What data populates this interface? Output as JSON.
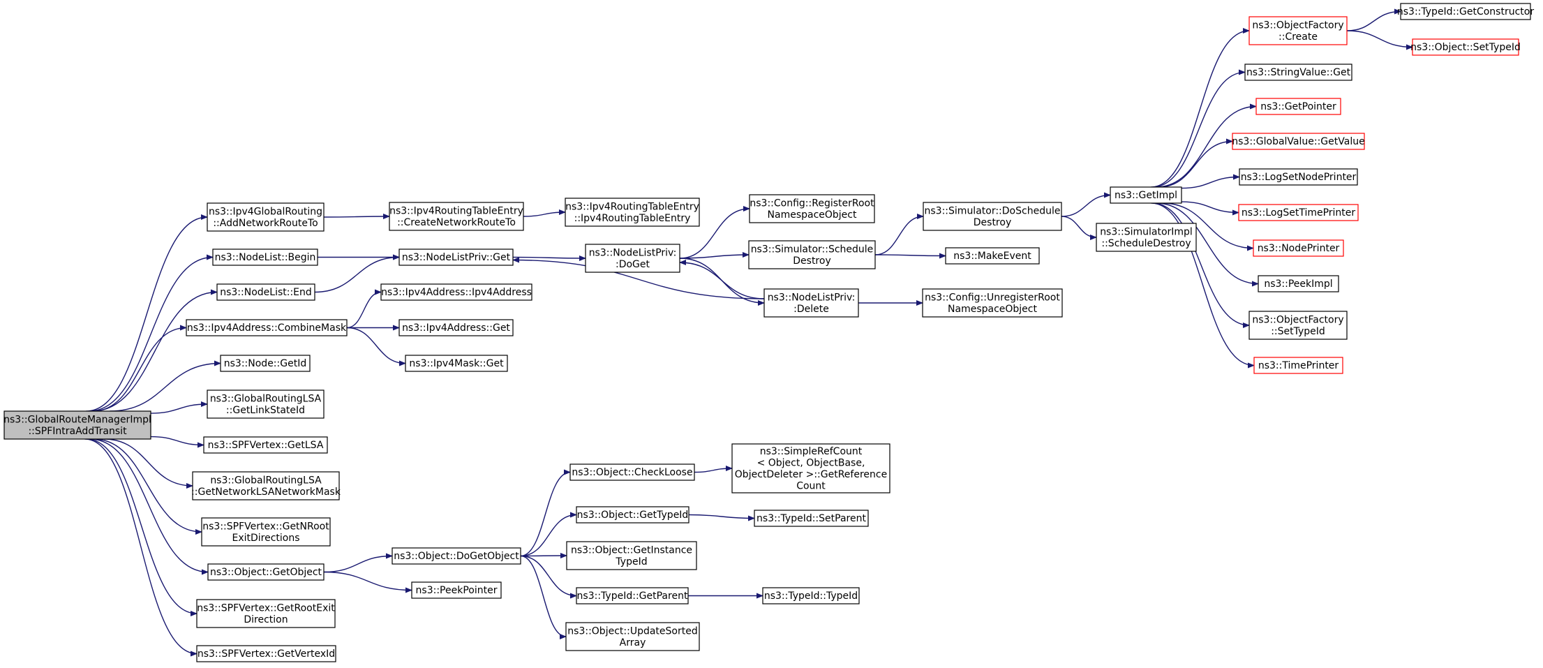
{
  "colors": {
    "edge": "#191970",
    "node_border": "#000000",
    "node_border_truncated": "#ff0000",
    "root_fill": "#bfbfbf",
    "node_fill": "#ffffff"
  },
  "nodes": [
    {
      "id": "root",
      "lines": [
        "ns3::GlobalRouteManagerImpl",
        "::SPFIntraAddTransit"
      ],
      "root": true
    },
    {
      "id": "addNetRoute",
      "lines": [
        "ns3::Ipv4GlobalRouting",
        "::AddNetworkRouteTo"
      ]
    },
    {
      "id": "nodeListBegin",
      "lines": [
        "ns3::NodeList::Begin"
      ]
    },
    {
      "id": "nodeListEnd",
      "lines": [
        "ns3::NodeList::End"
      ]
    },
    {
      "id": "combineMask",
      "lines": [
        "ns3::Ipv4Address::CombineMask"
      ]
    },
    {
      "id": "nodeGetId",
      "lines": [
        "ns3::Node::GetId"
      ]
    },
    {
      "id": "getLinkStateId",
      "lines": [
        "ns3::GlobalRoutingLSA",
        "::GetLinkStateId"
      ]
    },
    {
      "id": "vertexGetLSA",
      "lines": [
        "ns3::SPFVertex::GetLSA"
      ]
    },
    {
      "id": "getNetLSAMask",
      "lines": [
        "ns3::GlobalRoutingLSA",
        "::GetNetworkLSANetworkMask"
      ]
    },
    {
      "id": "getNRootExit",
      "lines": [
        "ns3::SPFVertex::GetNRoot",
        "ExitDirections"
      ]
    },
    {
      "id": "objGetObject",
      "lines": [
        "ns3::Object::GetObject"
      ]
    },
    {
      "id": "getRootExit",
      "lines": [
        "ns3::SPFVertex::GetRootExit",
        "Direction"
      ]
    },
    {
      "id": "getVertexId",
      "lines": [
        "ns3::SPFVertex::GetVertexId"
      ]
    },
    {
      "id": "createNetRoute",
      "lines": [
        "ns3::Ipv4RoutingTableEntry",
        "::CreateNetworkRouteTo"
      ]
    },
    {
      "id": "nodeListPrivGet",
      "lines": [
        "ns3::NodeListPriv::Get"
      ]
    },
    {
      "id": "ipv4AddrCtor",
      "lines": [
        "ns3::Ipv4Address::Ipv4Address"
      ]
    },
    {
      "id": "ipv4AddrGet",
      "lines": [
        "ns3::Ipv4Address::Get"
      ]
    },
    {
      "id": "ipv4MaskGet",
      "lines": [
        "ns3::Ipv4Mask::Get"
      ]
    },
    {
      "id": "objDoGetObject",
      "lines": [
        "ns3::Object::DoGetObject"
      ]
    },
    {
      "id": "peekPointer",
      "lines": [
        "ns3::PeekPointer"
      ]
    },
    {
      "id": "rtEntryCtor",
      "lines": [
        "ns3::Ipv4RoutingTableEntry",
        "::Ipv4RoutingTableEntry"
      ]
    },
    {
      "id": "nodeListPrivDoGet",
      "lines": [
        "ns3::NodeListPriv:",
        ":DoGet"
      ]
    },
    {
      "id": "configRegRoot",
      "lines": [
        "ns3::Config::RegisterRoot",
        "NamespaceObject"
      ]
    },
    {
      "id": "simScheduleDestroy",
      "lines": [
        "ns3::Simulator::Schedule",
        "Destroy"
      ]
    },
    {
      "id": "nodeListPrivDelete",
      "lines": [
        "ns3::NodeListPriv:",
        ":Delete"
      ]
    },
    {
      "id": "simDoScheduleDestroy",
      "lines": [
        "ns3::Simulator::DoSchedule",
        "Destroy"
      ]
    },
    {
      "id": "makeEvent",
      "lines": [
        "ns3::MakeEvent"
      ]
    },
    {
      "id": "configUnregRoot",
      "lines": [
        "ns3::Config::UnregisterRoot",
        "NamespaceObject"
      ]
    },
    {
      "id": "getImpl",
      "lines": [
        "ns3::GetImpl"
      ]
    },
    {
      "id": "simImplScheduleDestroy",
      "lines": [
        "ns3::SimulatorImpl",
        "::ScheduleDestroy"
      ]
    },
    {
      "id": "objFactoryCreate",
      "lines": [
        "ns3::ObjectFactory",
        "::Create"
      ],
      "truncated": true
    },
    {
      "id": "stringValueGet",
      "lines": [
        "ns3::StringValue::Get"
      ]
    },
    {
      "id": "getPointer",
      "lines": [
        "ns3::GetPointer"
      ],
      "truncated": true
    },
    {
      "id": "globalValueGet",
      "lines": [
        "ns3::GlobalValue::GetValue"
      ],
      "truncated": true
    },
    {
      "id": "logSetNodePrinter",
      "lines": [
        "ns3::LogSetNodePrinter"
      ]
    },
    {
      "id": "logSetTimePrinter",
      "lines": [
        "ns3::LogSetTimePrinter"
      ],
      "truncated": true
    },
    {
      "id": "nodePrinter",
      "lines": [
        "ns3::NodePrinter"
      ],
      "truncated": true
    },
    {
      "id": "peekImpl",
      "lines": [
        "ns3::PeekImpl"
      ]
    },
    {
      "id": "objFactorySetTypeId",
      "lines": [
        "ns3::ObjectFactory",
        "::SetTypeId"
      ]
    },
    {
      "id": "timePrinter",
      "lines": [
        "ns3::TimePrinter"
      ],
      "truncated": true
    },
    {
      "id": "typeIdGetCtor",
      "lines": [
        "ns3::TypeId::GetConstructor"
      ]
    },
    {
      "id": "objSetTypeId",
      "lines": [
        "ns3::Object::SetTypeId"
      ],
      "truncated": true
    },
    {
      "id": "objCheckLoose",
      "lines": [
        "ns3::Object::CheckLoose"
      ]
    },
    {
      "id": "objGetTypeId",
      "lines": [
        "ns3::Object::GetTypeId"
      ]
    },
    {
      "id": "objGetInstanceTypeId",
      "lines": [
        "ns3::Object::GetInstance",
        "TypeId"
      ]
    },
    {
      "id": "typeIdGetParent",
      "lines": [
        "ns3::TypeId::GetParent"
      ]
    },
    {
      "id": "objUpdateSorted",
      "lines": [
        "ns3::Object::UpdateSorted",
        "Array"
      ]
    },
    {
      "id": "simpleRefCount",
      "lines": [
        "ns3::SimpleRefCount",
        "< Object, ObjectBase,",
        " ObjectDeleter >::GetReference",
        "Count"
      ]
    },
    {
      "id": "typeIdSetParent",
      "lines": [
        "ns3::TypeId::SetParent"
      ]
    },
    {
      "id": "typeIdCtor",
      "lines": [
        "ns3::TypeId::TypeId"
      ]
    }
  ],
  "edges": [
    [
      "root",
      "addNetRoute"
    ],
    [
      "root",
      "nodeListBegin"
    ],
    [
      "root",
      "nodeListEnd"
    ],
    [
      "root",
      "combineMask"
    ],
    [
      "root",
      "nodeGetId"
    ],
    [
      "root",
      "getLinkStateId"
    ],
    [
      "root",
      "vertexGetLSA"
    ],
    [
      "root",
      "getNetLSAMask"
    ],
    [
      "root",
      "getNRootExit"
    ],
    [
      "root",
      "objGetObject"
    ],
    [
      "root",
      "getRootExit"
    ],
    [
      "root",
      "getVertexId"
    ],
    [
      "addNetRoute",
      "createNetRoute"
    ],
    [
      "createNetRoute",
      "rtEntryCtor"
    ],
    [
      "nodeListBegin",
      "nodeListPrivGet"
    ],
    [
      "nodeListEnd",
      "nodeListPrivGet"
    ],
    [
      "nodeListPrivGet",
      "nodeListPrivDoGet"
    ],
    [
      "nodeListPrivDoGet",
      "configRegRoot"
    ],
    [
      "nodeListPrivDoGet",
      "simScheduleDestroy"
    ],
    [
      "nodeListPrivDoGet",
      "nodeListPrivDelete"
    ],
    [
      "nodeListPrivDelete",
      "nodeListPrivGet"
    ],
    [
      "nodeListPrivDelete",
      "nodeListPrivDoGet"
    ],
    [
      "nodeListPrivDelete",
      "configUnregRoot"
    ],
    [
      "simScheduleDestroy",
      "simDoScheduleDestroy"
    ],
    [
      "simScheduleDestroy",
      "makeEvent"
    ],
    [
      "simDoScheduleDestroy",
      "getImpl"
    ],
    [
      "simDoScheduleDestroy",
      "simImplScheduleDestroy"
    ],
    [
      "getImpl",
      "objFactoryCreate"
    ],
    [
      "getImpl",
      "stringValueGet"
    ],
    [
      "getImpl",
      "getPointer"
    ],
    [
      "getImpl",
      "globalValueGet"
    ],
    [
      "getImpl",
      "logSetNodePrinter"
    ],
    [
      "getImpl",
      "logSetTimePrinter"
    ],
    [
      "getImpl",
      "nodePrinter"
    ],
    [
      "getImpl",
      "peekImpl"
    ],
    [
      "getImpl",
      "objFactorySetTypeId"
    ],
    [
      "getImpl",
      "timePrinter"
    ],
    [
      "objFactoryCreate",
      "typeIdGetCtor"
    ],
    [
      "objFactoryCreate",
      "objSetTypeId"
    ],
    [
      "combineMask",
      "ipv4AddrCtor"
    ],
    [
      "combineMask",
      "ipv4AddrGet"
    ],
    [
      "combineMask",
      "ipv4MaskGet"
    ],
    [
      "objGetObject",
      "objDoGetObject"
    ],
    [
      "objGetObject",
      "peekPointer"
    ],
    [
      "objDoGetObject",
      "objCheckLoose"
    ],
    [
      "objDoGetObject",
      "objGetTypeId"
    ],
    [
      "objDoGetObject",
      "objGetInstanceTypeId"
    ],
    [
      "objDoGetObject",
      "typeIdGetParent"
    ],
    [
      "objDoGetObject",
      "objUpdateSorted"
    ],
    [
      "objCheckLoose",
      "simpleRefCount"
    ],
    [
      "objGetTypeId",
      "typeIdSetParent"
    ],
    [
      "typeIdGetParent",
      "typeIdCtor"
    ]
  ]
}
